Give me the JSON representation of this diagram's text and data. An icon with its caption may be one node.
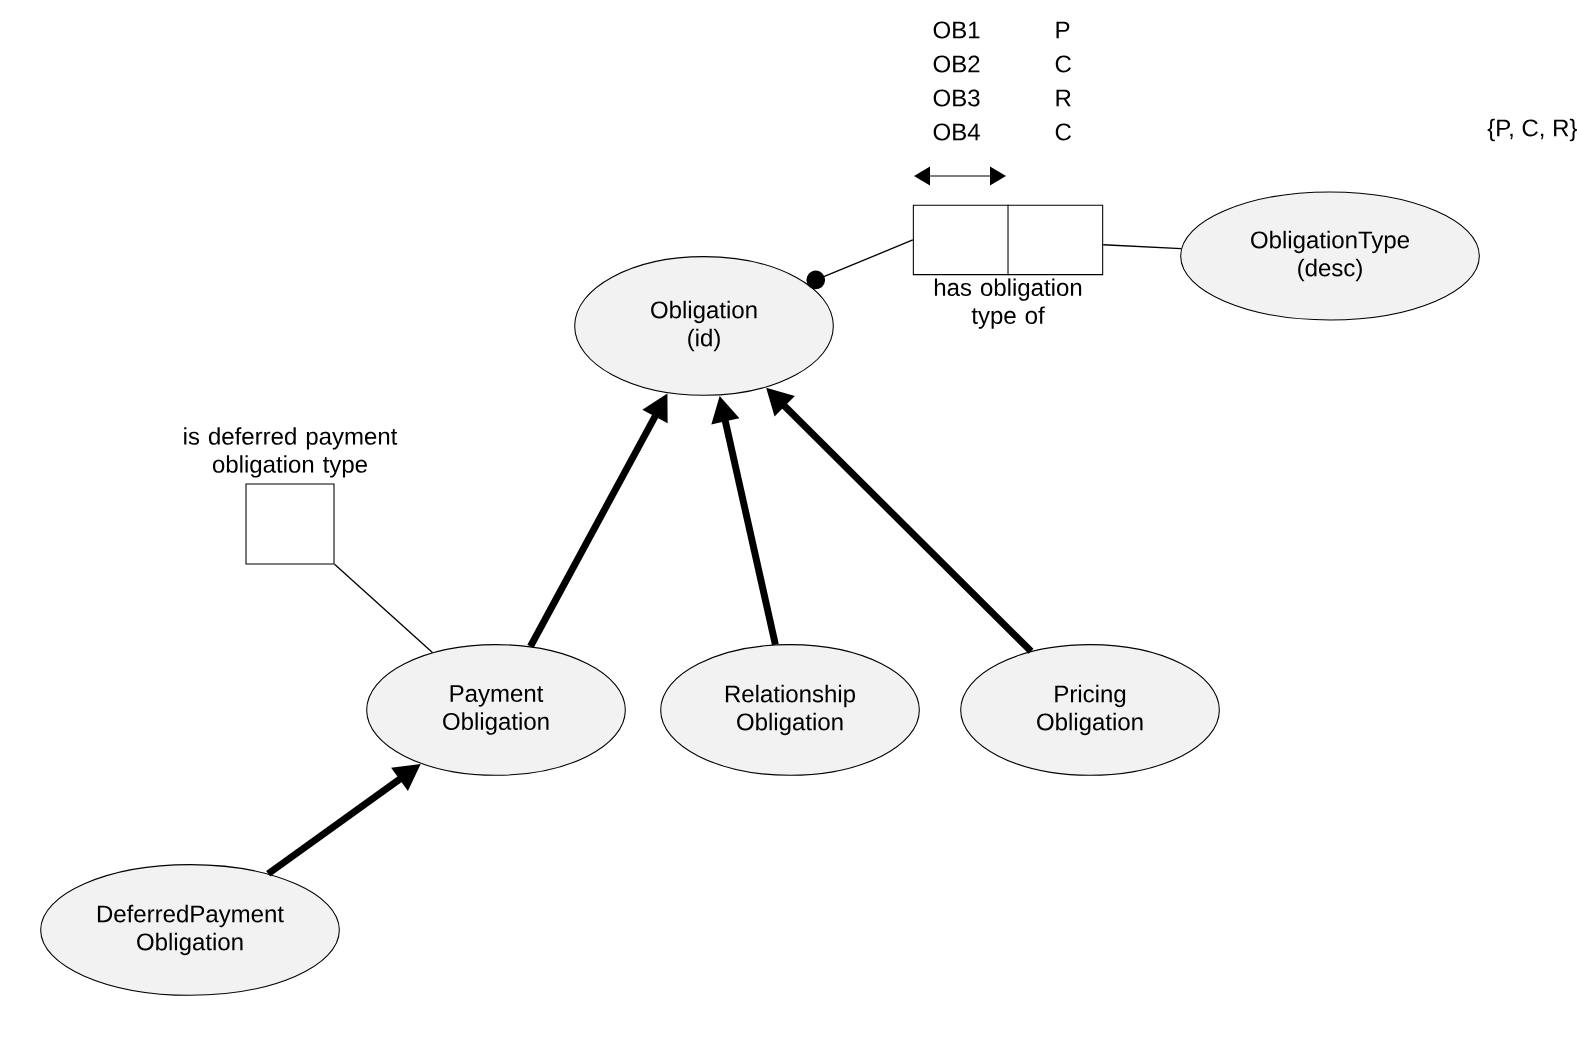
{
  "diagram": {
    "nodes": [
      {
        "text": [
          "ObligationType (desc)"
        ],
        "beside": [
          "{P, C, R}"
        ]
      },
      {
        "text": [
          "has obligation type of"
        ]
      },
      {
        "text": [
          "Obligation (id)"
        ]
      },
      {
        "text": [
          "is deferred payment obligation type"
        ]
      },
      {
        "text": [
          "Payment Obligation"
        ]
      },
      {
        "text": [
          "Relationship Obligation"
        ]
      },
      {
        "text": [
          "Pricing Obligation"
        ]
      },
      {
        "text": [
          "DeferredPayment Obligation"
        ]
      }
    ],
    "edges": [
      {
        "from": 2,
        "to": 1,
        "arrow": "other"
      },
      {
        "from": 1,
        "to": 0,
        "arrow": "none"
      },
      {
        "from": 4,
        "to": 2,
        "arrow": "to"
      },
      {
        "from": 5,
        "to": 2,
        "arrow": "to"
      },
      {
        "from": 6,
        "to": 2,
        "arrow": "to"
      },
      {
        "from": 7,
        "to": 4,
        "arrow": "to"
      },
      {
        "from": 3,
        "to": 4,
        "arrow": "none"
      }
    ],
    "labels": [
      "OB1",
      "P",
      "OB2",
      "C",
      "OB3",
      "R",
      "OB4",
      "C"
    ]
  }
}
